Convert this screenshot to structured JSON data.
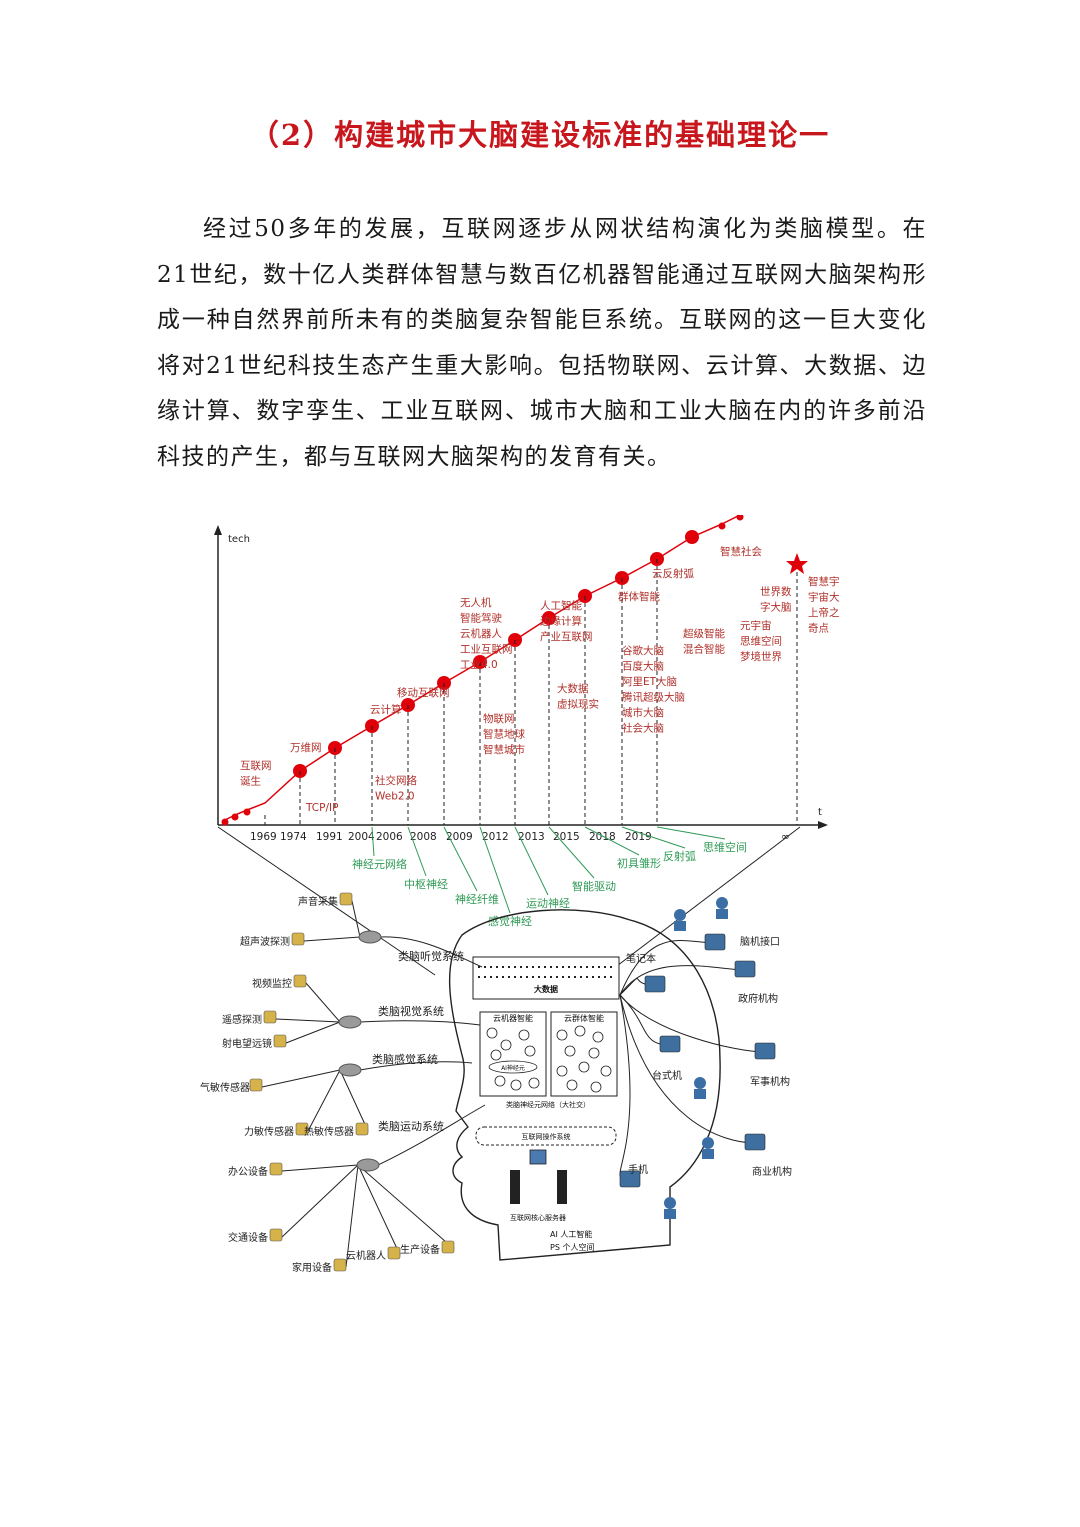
{
  "heading": "（2）构建城市大脑建设标准的基础理论一",
  "paragraph": "经过50多年的发展，互联网逐步从网状结构演化为类脑模型。在21世纪，数十亿人类群体智慧与数百亿机器智能通过互联网大脑架构形成一种自然界前所未有的类脑复杂智能巨系统。互联网的这一巨大变化将对21世纪科技生态产生重大影响。包括物联网、云计算、大数据、边缘计算、数字孪生、工业互联网、城市大脑和工业大脑在内的许多前沿科技的产生，都与互联网大脑架构的发育有关。",
  "colors": {
    "heading": "#c8161d",
    "timeline": "#e0000a",
    "timeline_text": "#b0302a",
    "nerve_text": "#2f9a55"
  },
  "timeline": {
    "y_axis_label": "tech",
    "x_axis_label": "t",
    "years": [
      "1969",
      "1974",
      "1991",
      "2004",
      "2006",
      "2008",
      "2009",
      "2012",
      "2013",
      "2015",
      "2018",
      "2019",
      "∞"
    ],
    "above": [
      {
        "text": "互联网\n诞生"
      },
      {
        "text": "万维网"
      },
      {
        "text": "云计算"
      },
      {
        "text": "移动互联网"
      },
      {
        "text": "无人机\n智能驾驶\n云机器人\n工业互联网\n工业4.0"
      },
      {
        "text": "人工智能\n边缘计算\n产业互联网"
      },
      {
        "text": "群体智能"
      },
      {
        "text": "云反射弧"
      },
      {
        "text": "智慧社会"
      }
    ],
    "below": [
      {
        "text": "TCP/IP"
      },
      {
        "text": "社交网络\nWeb2.0"
      },
      {
        "text": "物联网\n智慧地球\n智慧城市"
      },
      {
        "text": "大数据\n虚拟现实"
      },
      {
        "text": "谷歌大脑\n百度大脑\n阿里ET大脑\n腾讯超级大脑\n城市大脑\n社会大脑"
      },
      {
        "text": "超级智能\n混合智能"
      },
      {
        "text": "元宇宙\n思维空间\n梦境世界"
      },
      {
        "text": "世界数\n字大脑"
      },
      {
        "text": "智慧宇宙\n宇宙大脑\n上帝之点\n奇点"
      }
    ],
    "nerve_labels": [
      "神经元网络",
      "中枢神经",
      "神经纤维",
      "感觉神经",
      "运动神经",
      "智能驱动",
      "初具雏形",
      "反射弧",
      "思维空间"
    ]
  },
  "brain": {
    "left_items": [
      "声音采集",
      "超声波探测",
      "视频监控",
      "遥感探测",
      "射电望远镜",
      "气敏传感器",
      "力敏传感器",
      "热敏传感器",
      "办公设备",
      "交通设备",
      "家用设备",
      "云机器人",
      "生产设备"
    ],
    "systems": [
      "类脑听觉系统",
      "类脑视觉系统",
      "类脑感觉系统",
      "类脑运动系统"
    ],
    "right_items": [
      "笔记本",
      "脑机接口",
      "政府机构",
      "台式机",
      "军事机构",
      "手机",
      "商业机构"
    ],
    "center": {
      "big_data": "大数据",
      "cloud_machine": "云机器智能",
      "cloud_swarm": "云群体智能",
      "ai_neuron": "AI神经元",
      "brain_net": "类脑神经元网络（大社交）",
      "os": "互联网操作系统",
      "core_server": "互联网核心服务器"
    },
    "legend": [
      "AI  人工智能",
      "PS  个人空间"
    ]
  }
}
